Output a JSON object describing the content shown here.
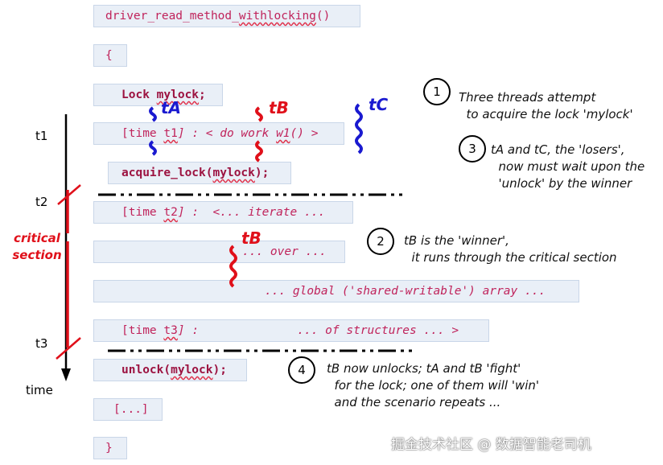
{
  "code": {
    "fn_prefix": "driver_read_method_",
    "fn_word": "withlocking",
    "fn_suffix": "()",
    "open_brace": "{",
    "lock_kw": "Lock ",
    "lock_var": "mylock",
    "lock_end": ";",
    "t1_a": "[time ",
    "t1_b": "t1",
    "t1_c": "] : < do work ",
    "t1_d": "w1",
    "t1_e": "() >",
    "acq_a": "acquire_lock(",
    "acq_b": "mylock",
    "acq_c": ");",
    "t2_a": "[time ",
    "t2_b": "t2",
    "t2_c": "] :  <... iterate ...",
    "over": "... over ...",
    "global": "... global ('shared-writable') array ...",
    "t3_a": "[time ",
    "t3_b": "t3",
    "t3_c": "] :              ... of structures ... >",
    "unlock_a": "unlock(",
    "unlock_b": "mylock",
    "unlock_c": ");",
    "ellipsis": "[...]",
    "close_brace": "}"
  },
  "threads": {
    "ta": "tA",
    "tb": "tB",
    "tc": "tC",
    "tb2": "tB"
  },
  "colors": {
    "ta": "#1a1ad0",
    "tb": "#e0101a",
    "tc": "#1a1ad0"
  },
  "timeline": {
    "t1": "t1",
    "t2": "t2",
    "t3": "t3",
    "time": "time",
    "critical_line1": "critical",
    "critical_line2": "section"
  },
  "notes": {
    "n1_num": "1",
    "n1_text": "Three threads attempt\n  to acquire the lock 'mylock'",
    "n2_num": "2",
    "n2_text": "tB is the 'winner',\n  it runs through the critical section",
    "n3_num": "3",
    "n3_text": "tA and tC, the 'losers',\n  now must wait upon the\n  'unlock' by the winner",
    "n4_num": "4",
    "n4_text": "tB now unlocks; tA and tB 'fight'\n  for the lock; one of them will 'win'\n  and the scenario repeats ..."
  },
  "watermark": "掘金技术社区 @ 数据智能老司机"
}
